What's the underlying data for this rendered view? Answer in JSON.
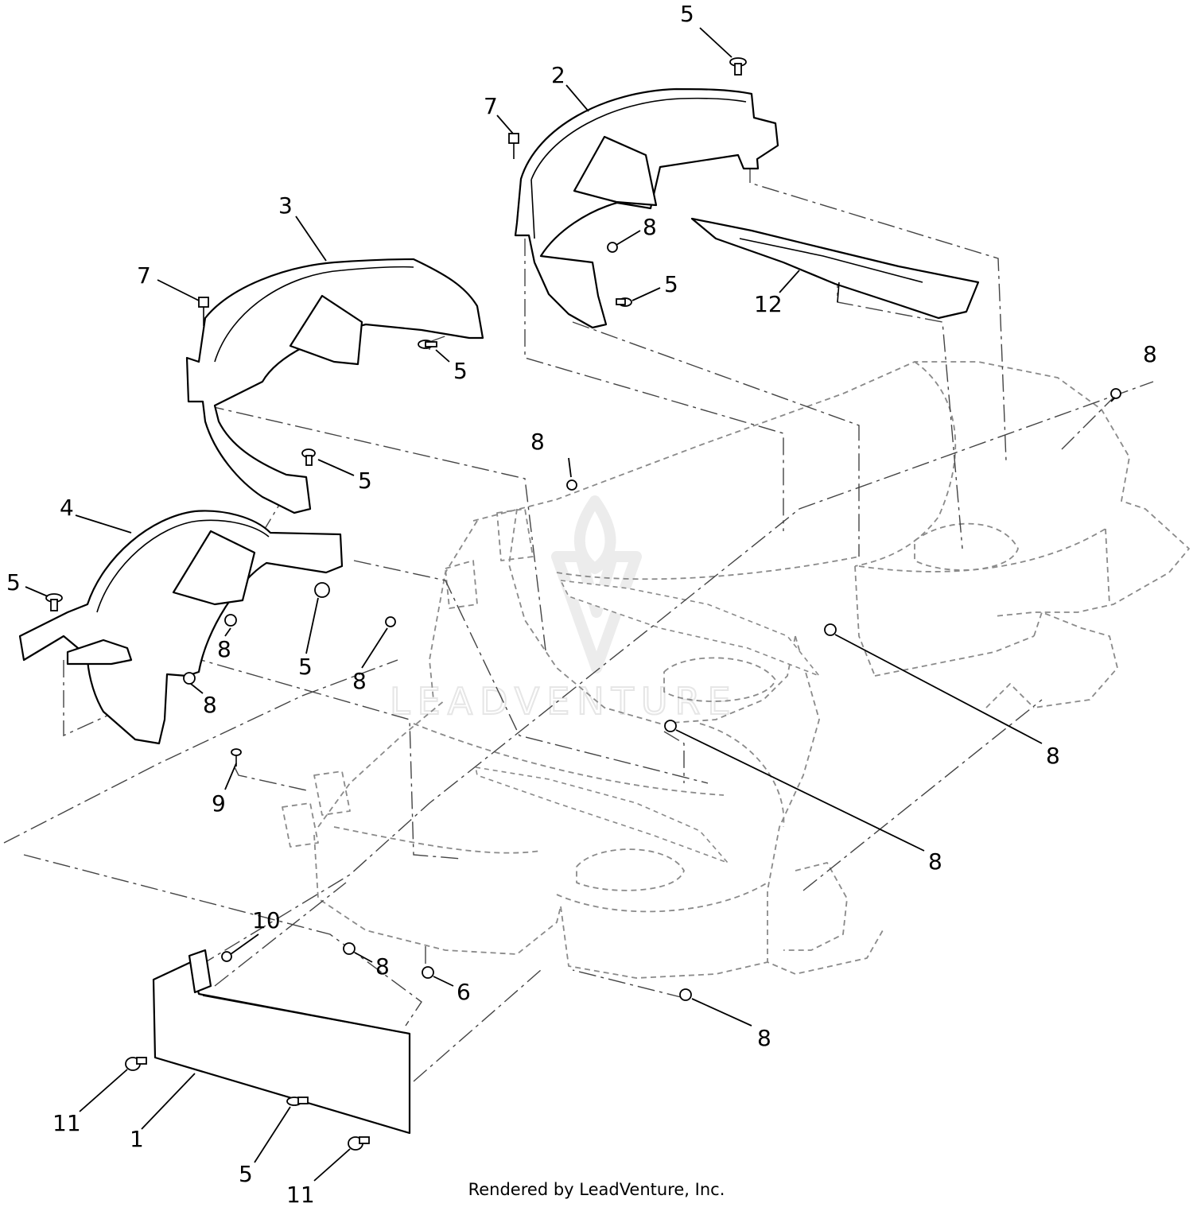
{
  "watermark": "LEADVENTURE",
  "footer": "Rendered by LeadVenture, Inc.",
  "callouts": [
    "5",
    "2",
    "7",
    "8",
    "5",
    "12",
    "3",
    "7",
    "5",
    "8",
    "5",
    "4",
    "5",
    "8",
    "5",
    "8",
    "8",
    "8",
    "8",
    "9",
    "8",
    "10",
    "8",
    "6",
    "8",
    "11",
    "1",
    "5",
    "11"
  ]
}
